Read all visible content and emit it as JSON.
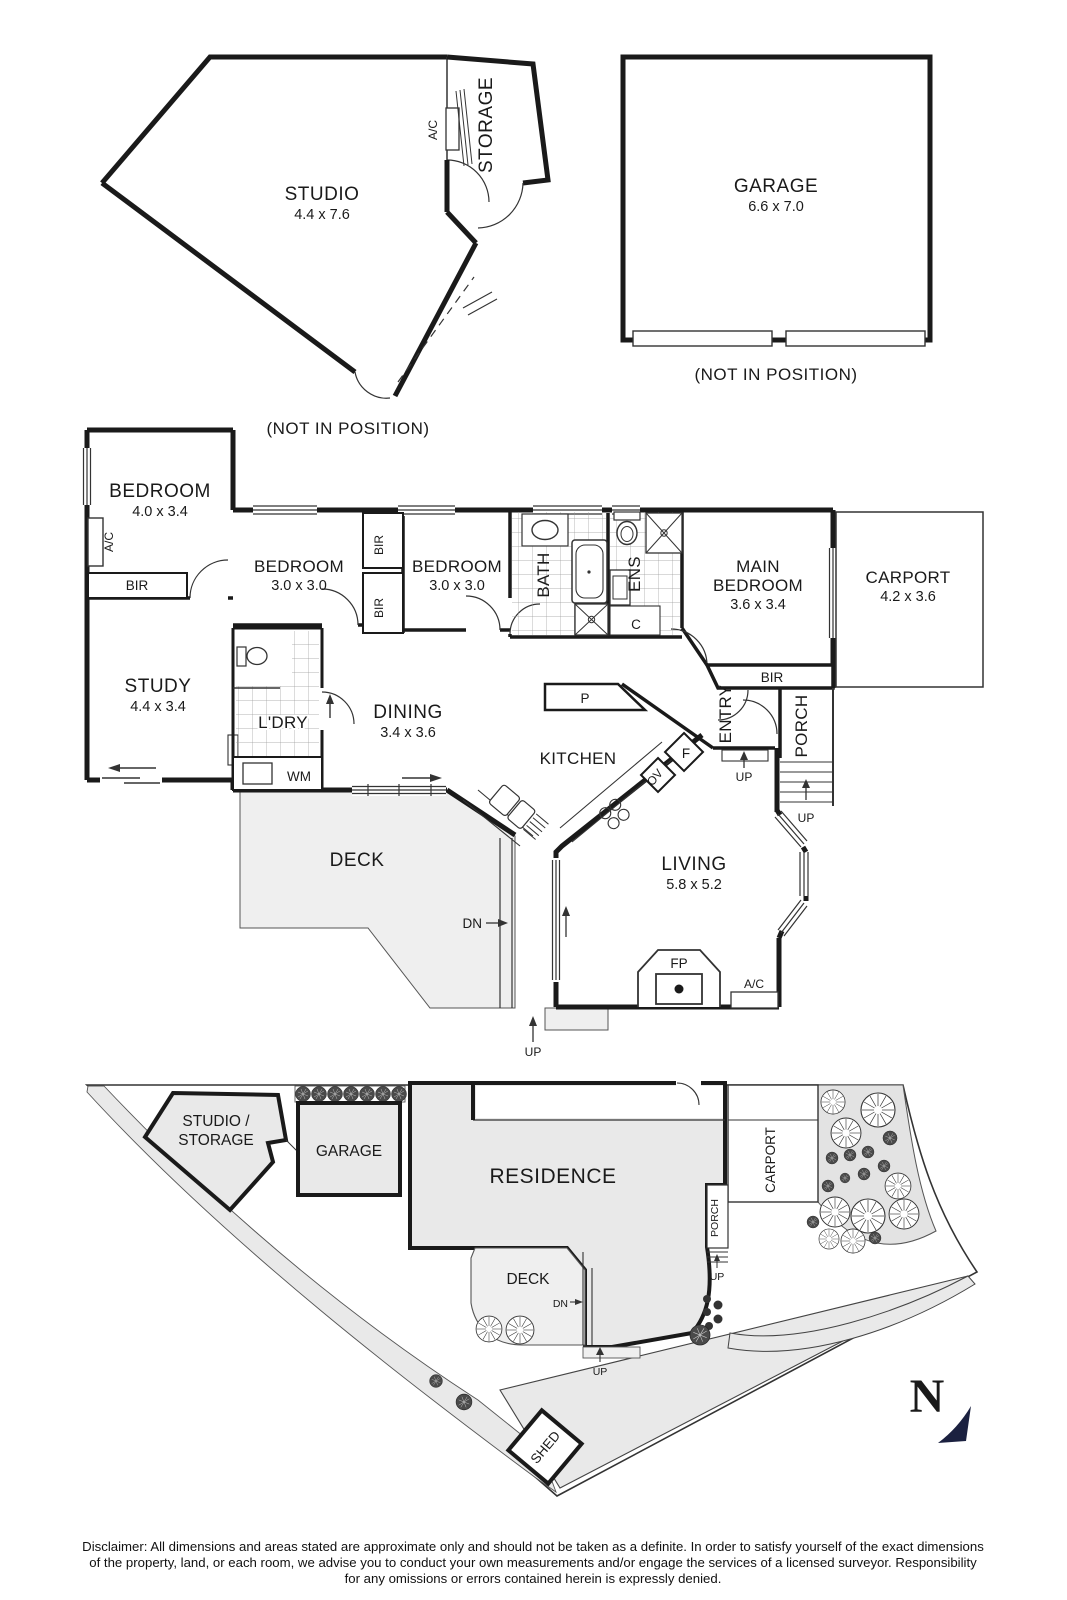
{
  "units": {
    "studio": {
      "name": "STUDIO",
      "dims": "4.4 x 7.6"
    },
    "storage": {
      "name": "STORAGE"
    },
    "garage": {
      "name": "GARAGE",
      "dims": "6.6 x 7.0"
    },
    "not_in_position": "(NOT IN POSITION)"
  },
  "rooms": {
    "bedroom1": {
      "name": "BEDROOM",
      "dims": "4.0 x 3.4"
    },
    "bedroom2": {
      "name": "BEDROOM",
      "dims": "3.0 x 3.0"
    },
    "bedroom3": {
      "name": "BEDROOM",
      "dims": "3.0 x 3.0"
    },
    "main_bedroom": {
      "line1": "MAIN",
      "line2": "BEDROOM",
      "dims": "3.6 x 3.4"
    },
    "study": {
      "name": "STUDY",
      "dims": "4.4 x 3.4"
    },
    "dining": {
      "name": "DINING",
      "dims": "3.4 x 3.6"
    },
    "kitchen": {
      "name": "KITCHEN"
    },
    "living": {
      "name": "LIVING",
      "dims": "5.8 x 5.2"
    },
    "carport": {
      "name": "CARPORT",
      "dims": "4.2 x 3.6"
    },
    "bath": {
      "name": "BATH"
    },
    "ens": {
      "name": "ENS"
    },
    "laundry": {
      "name": "L'DRY"
    },
    "entry": {
      "name": "ENTRY"
    },
    "porch": {
      "name": "PORCH"
    },
    "deck": {
      "name": "DECK"
    }
  },
  "fixtures": {
    "bir": "BIR",
    "wm": "WM",
    "ac": "A/C",
    "fp": "FP",
    "pantry": "P",
    "fridge": "F",
    "oven": "OV",
    "cupboard": "C"
  },
  "stairs": {
    "up": "UP",
    "dn": "DN"
  },
  "site": {
    "studio_storage_line1": "STUDIO /",
    "studio_storage_line2": "STORAGE",
    "garage": "GARAGE",
    "residence": "RESIDENCE",
    "carport": "CARPORT",
    "porch": "PORCH",
    "deck": "DECK",
    "shed": "SHED"
  },
  "compass": {
    "north": "N"
  },
  "disclaimer": {
    "line1": "Disclaimer: All dimensions and areas stated are approximate only and should not be taken as a definite. In order to satisfy yourself of the exact dimensions",
    "line2": "of the property, land, or each room, we advise you to conduct your own measurements and/or engage the services of a licensed surveyor. Responsibility",
    "line3": "for any omissions or errors contained herein is expressly denied."
  },
  "colors": {
    "wall": "#1a1a1a",
    "deck_fill": "#efefef",
    "site_fill": "#e9e9e9",
    "north": "#1b2140"
  }
}
